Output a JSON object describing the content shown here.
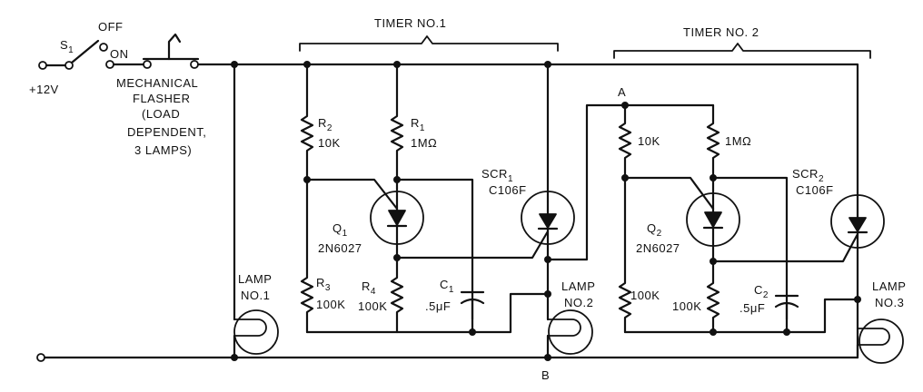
{
  "supply": {
    "voltage": "+12V"
  },
  "switch": {
    "ref": "S",
    "sub": "1",
    "off": "OFF",
    "on": "ON"
  },
  "flasher": {
    "lines": [
      "MECHANICAL",
      "FLASHER",
      "(LOAD",
      "DEPENDENT,",
      "3 LAMPS)"
    ]
  },
  "timer1": {
    "title": "TIMER NO.1",
    "r2": {
      "ref": "R",
      "sub": "2",
      "value": "10K"
    },
    "r1": {
      "ref": "R",
      "sub": "1",
      "value": "1MΩ"
    },
    "r3": {
      "ref": "R",
      "sub": "3",
      "value": "100K"
    },
    "r4": {
      "ref": "R",
      "sub": "4",
      "value": "100K"
    },
    "q1": {
      "ref": "Q",
      "sub": "1",
      "part": "2N6027"
    },
    "scr1": {
      "ref": "SCR",
      "sub": "1",
      "part": "C106F"
    },
    "c1": {
      "ref": "C",
      "sub": "1",
      "value": ".5μF"
    }
  },
  "timer2": {
    "title": "TIMER NO. 2",
    "r_top_left": {
      "value": "10K"
    },
    "r_top_right": {
      "value": "1MΩ"
    },
    "r_bot_left": {
      "value": "100K"
    },
    "r_bot_right": {
      "value": "100K"
    },
    "q2": {
      "ref": "Q",
      "sub": "2",
      "part": "2N6027"
    },
    "scr2": {
      "ref": "SCR",
      "sub": "2",
      "part": "C106F"
    },
    "c2": {
      "ref": "C",
      "sub": "2",
      "value": ".5μF"
    }
  },
  "lamps": [
    {
      "line1": "LAMP",
      "line2": "NO.1"
    },
    {
      "line1": "LAMP",
      "line2": "NO.2"
    },
    {
      "line1": "LAMP",
      "line2": "NO.3"
    }
  ],
  "nodes": {
    "a": "A",
    "b": "B"
  }
}
